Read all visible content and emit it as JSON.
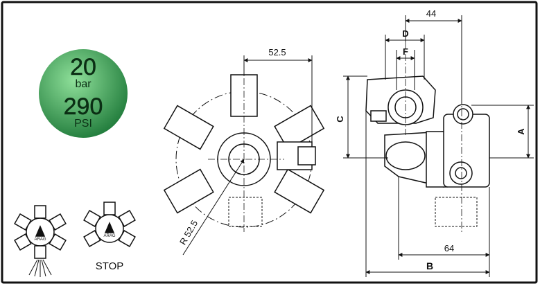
{
  "badge": {
    "bar_value": "20",
    "bar_unit": "bar",
    "psi_value": "290",
    "psi_unit": "PSI",
    "color_dark": "#1f7a3a",
    "color_light": "#7fd08a"
  },
  "logo_text": "ARAG",
  "stop_label": "STOP",
  "front_view": {
    "width_dim": "52.5",
    "radius_dim": "R 52.5"
  },
  "side_view": {
    "dim_44": "44",
    "dim_d": "D",
    "dim_f": "F",
    "dim_c": "C",
    "dim_a": "A",
    "dim_64": "64",
    "dim_b": "B"
  },
  "colors": {
    "line": "#111111",
    "hidden": "#555555"
  }
}
